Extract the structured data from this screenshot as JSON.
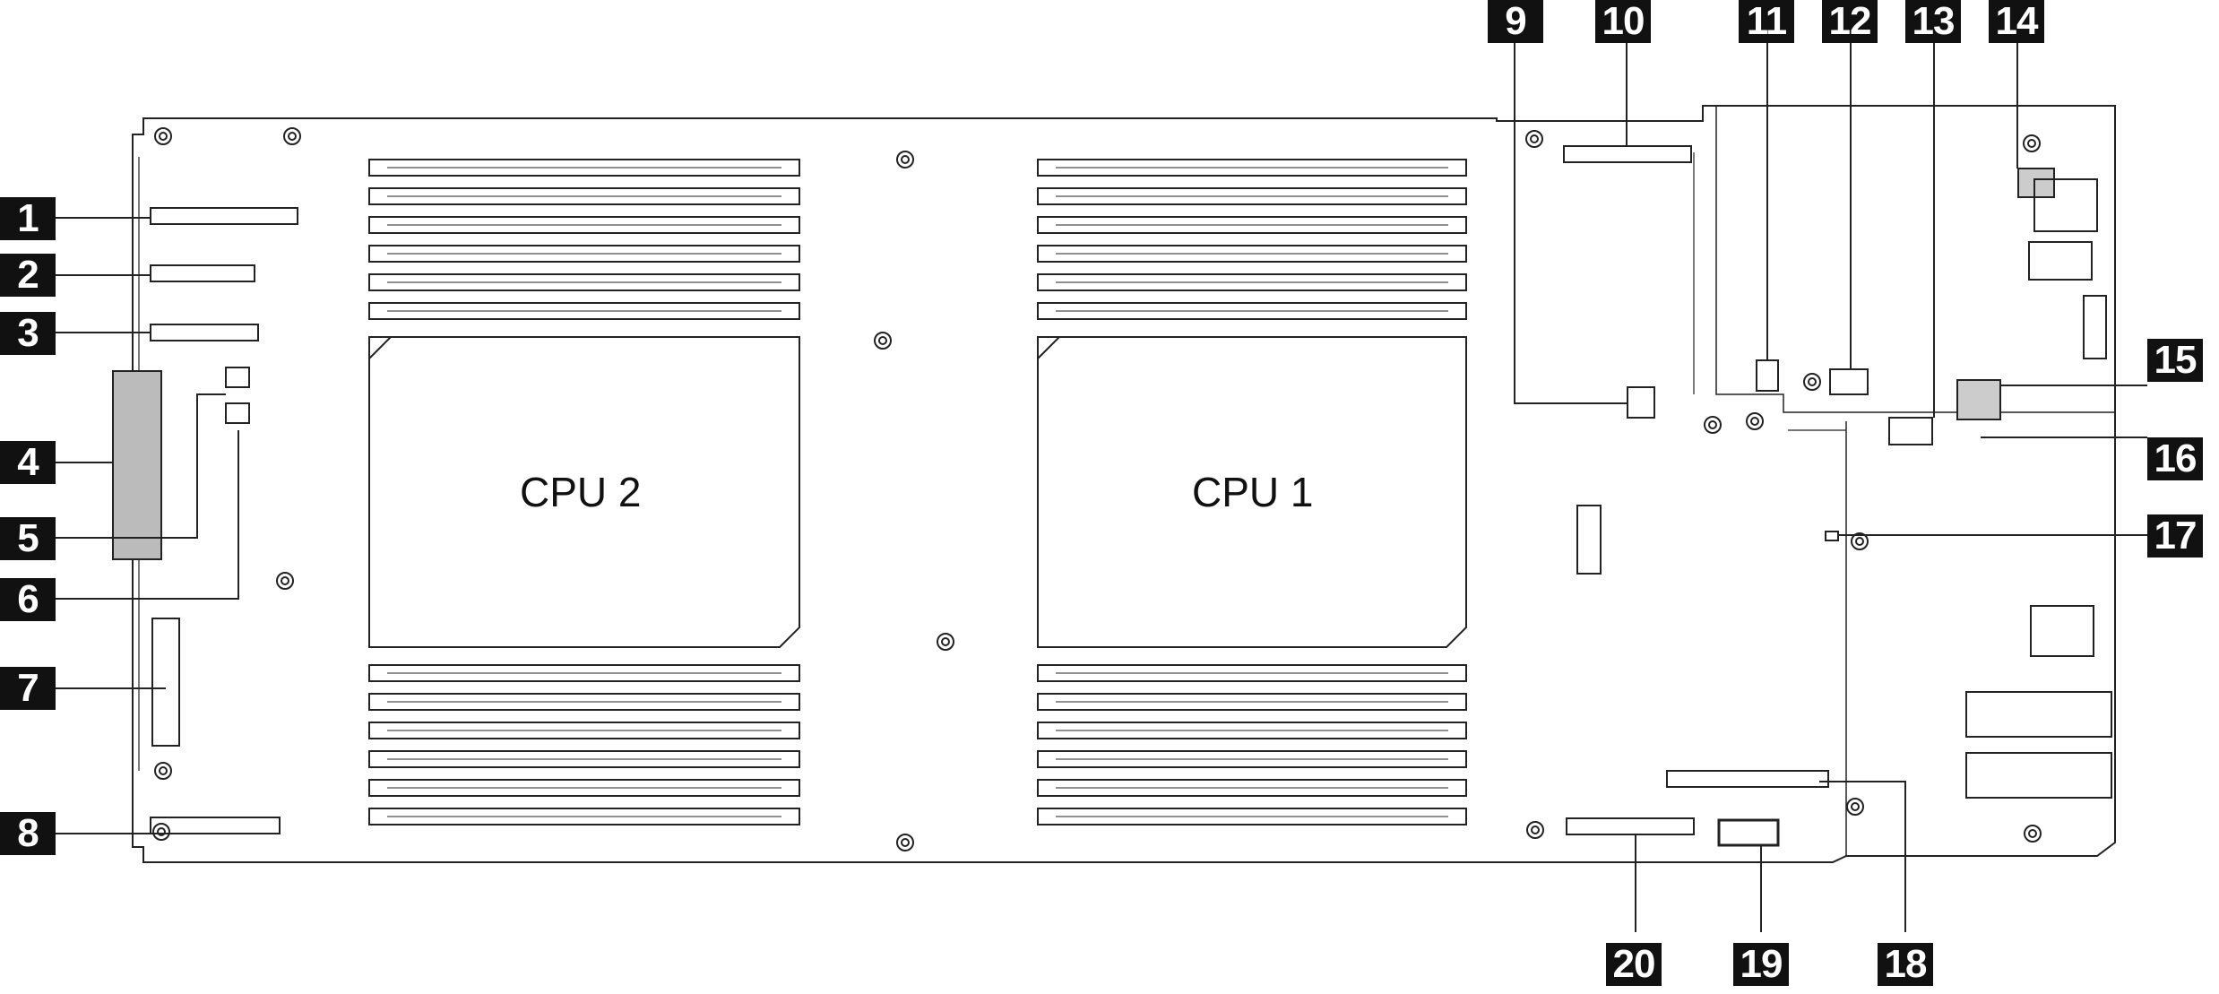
{
  "diagram": {
    "cpu_labels": {
      "cpu2": "CPU 2",
      "cpu1": "CPU 1"
    },
    "callouts": [
      "1",
      "2",
      "3",
      "4",
      "5",
      "6",
      "7",
      "8",
      "9",
      "10",
      "11",
      "12",
      "13",
      "14",
      "15",
      "16",
      "17",
      "18",
      "19",
      "20"
    ]
  }
}
